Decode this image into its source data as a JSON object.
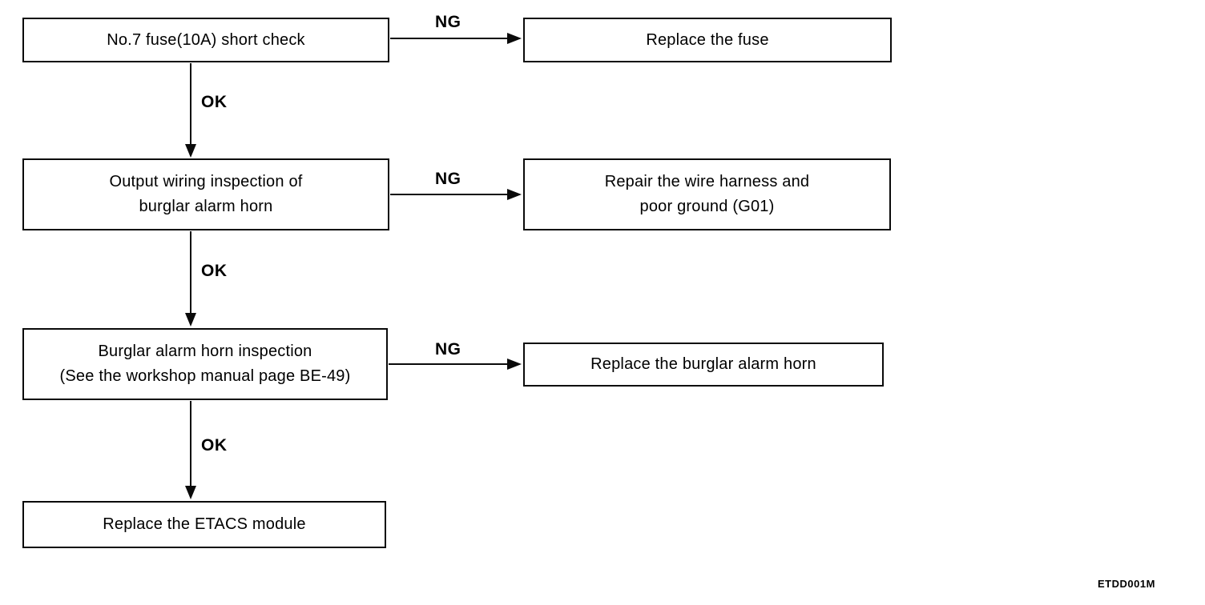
{
  "figure": {
    "code": "ETDD001M",
    "background_color": "#ffffff",
    "line_color": "#0a0a0a"
  },
  "flowchart": {
    "type": "troubleshooting-flowchart",
    "nodes": {
      "fuse_check": {
        "lines": [
          "No.7 fuse(10A) short check"
        ]
      },
      "output_wiring": {
        "lines": [
          "Output wiring inspection of",
          "burglar alarm horn"
        ]
      },
      "horn_inspection": {
        "lines": [
          "Burglar alarm horn inspection",
          "(See the workshop manual page BE-49)"
        ]
      },
      "replace_etacs": {
        "lines": [
          "Replace the ETACS module"
        ]
      },
      "replace_fuse": {
        "lines": [
          "Replace the fuse"
        ]
      },
      "repair_harness": {
        "lines": [
          "Repair the wire harness and",
          "poor ground (G01)"
        ]
      },
      "replace_horn": {
        "lines": [
          "Replace the burglar alarm horn"
        ]
      }
    },
    "edges": [
      {
        "from": "fuse_check",
        "to": "replace_fuse",
        "label": "NG"
      },
      {
        "from": "fuse_check",
        "to": "output_wiring",
        "label": "OK"
      },
      {
        "from": "output_wiring",
        "to": "repair_harness",
        "label": "NG"
      },
      {
        "from": "output_wiring",
        "to": "horn_inspection",
        "label": "OK"
      },
      {
        "from": "horn_inspection",
        "to": "replace_horn",
        "label": "NG"
      },
      {
        "from": "horn_inspection",
        "to": "replace_etacs",
        "label": "OK"
      }
    ]
  }
}
